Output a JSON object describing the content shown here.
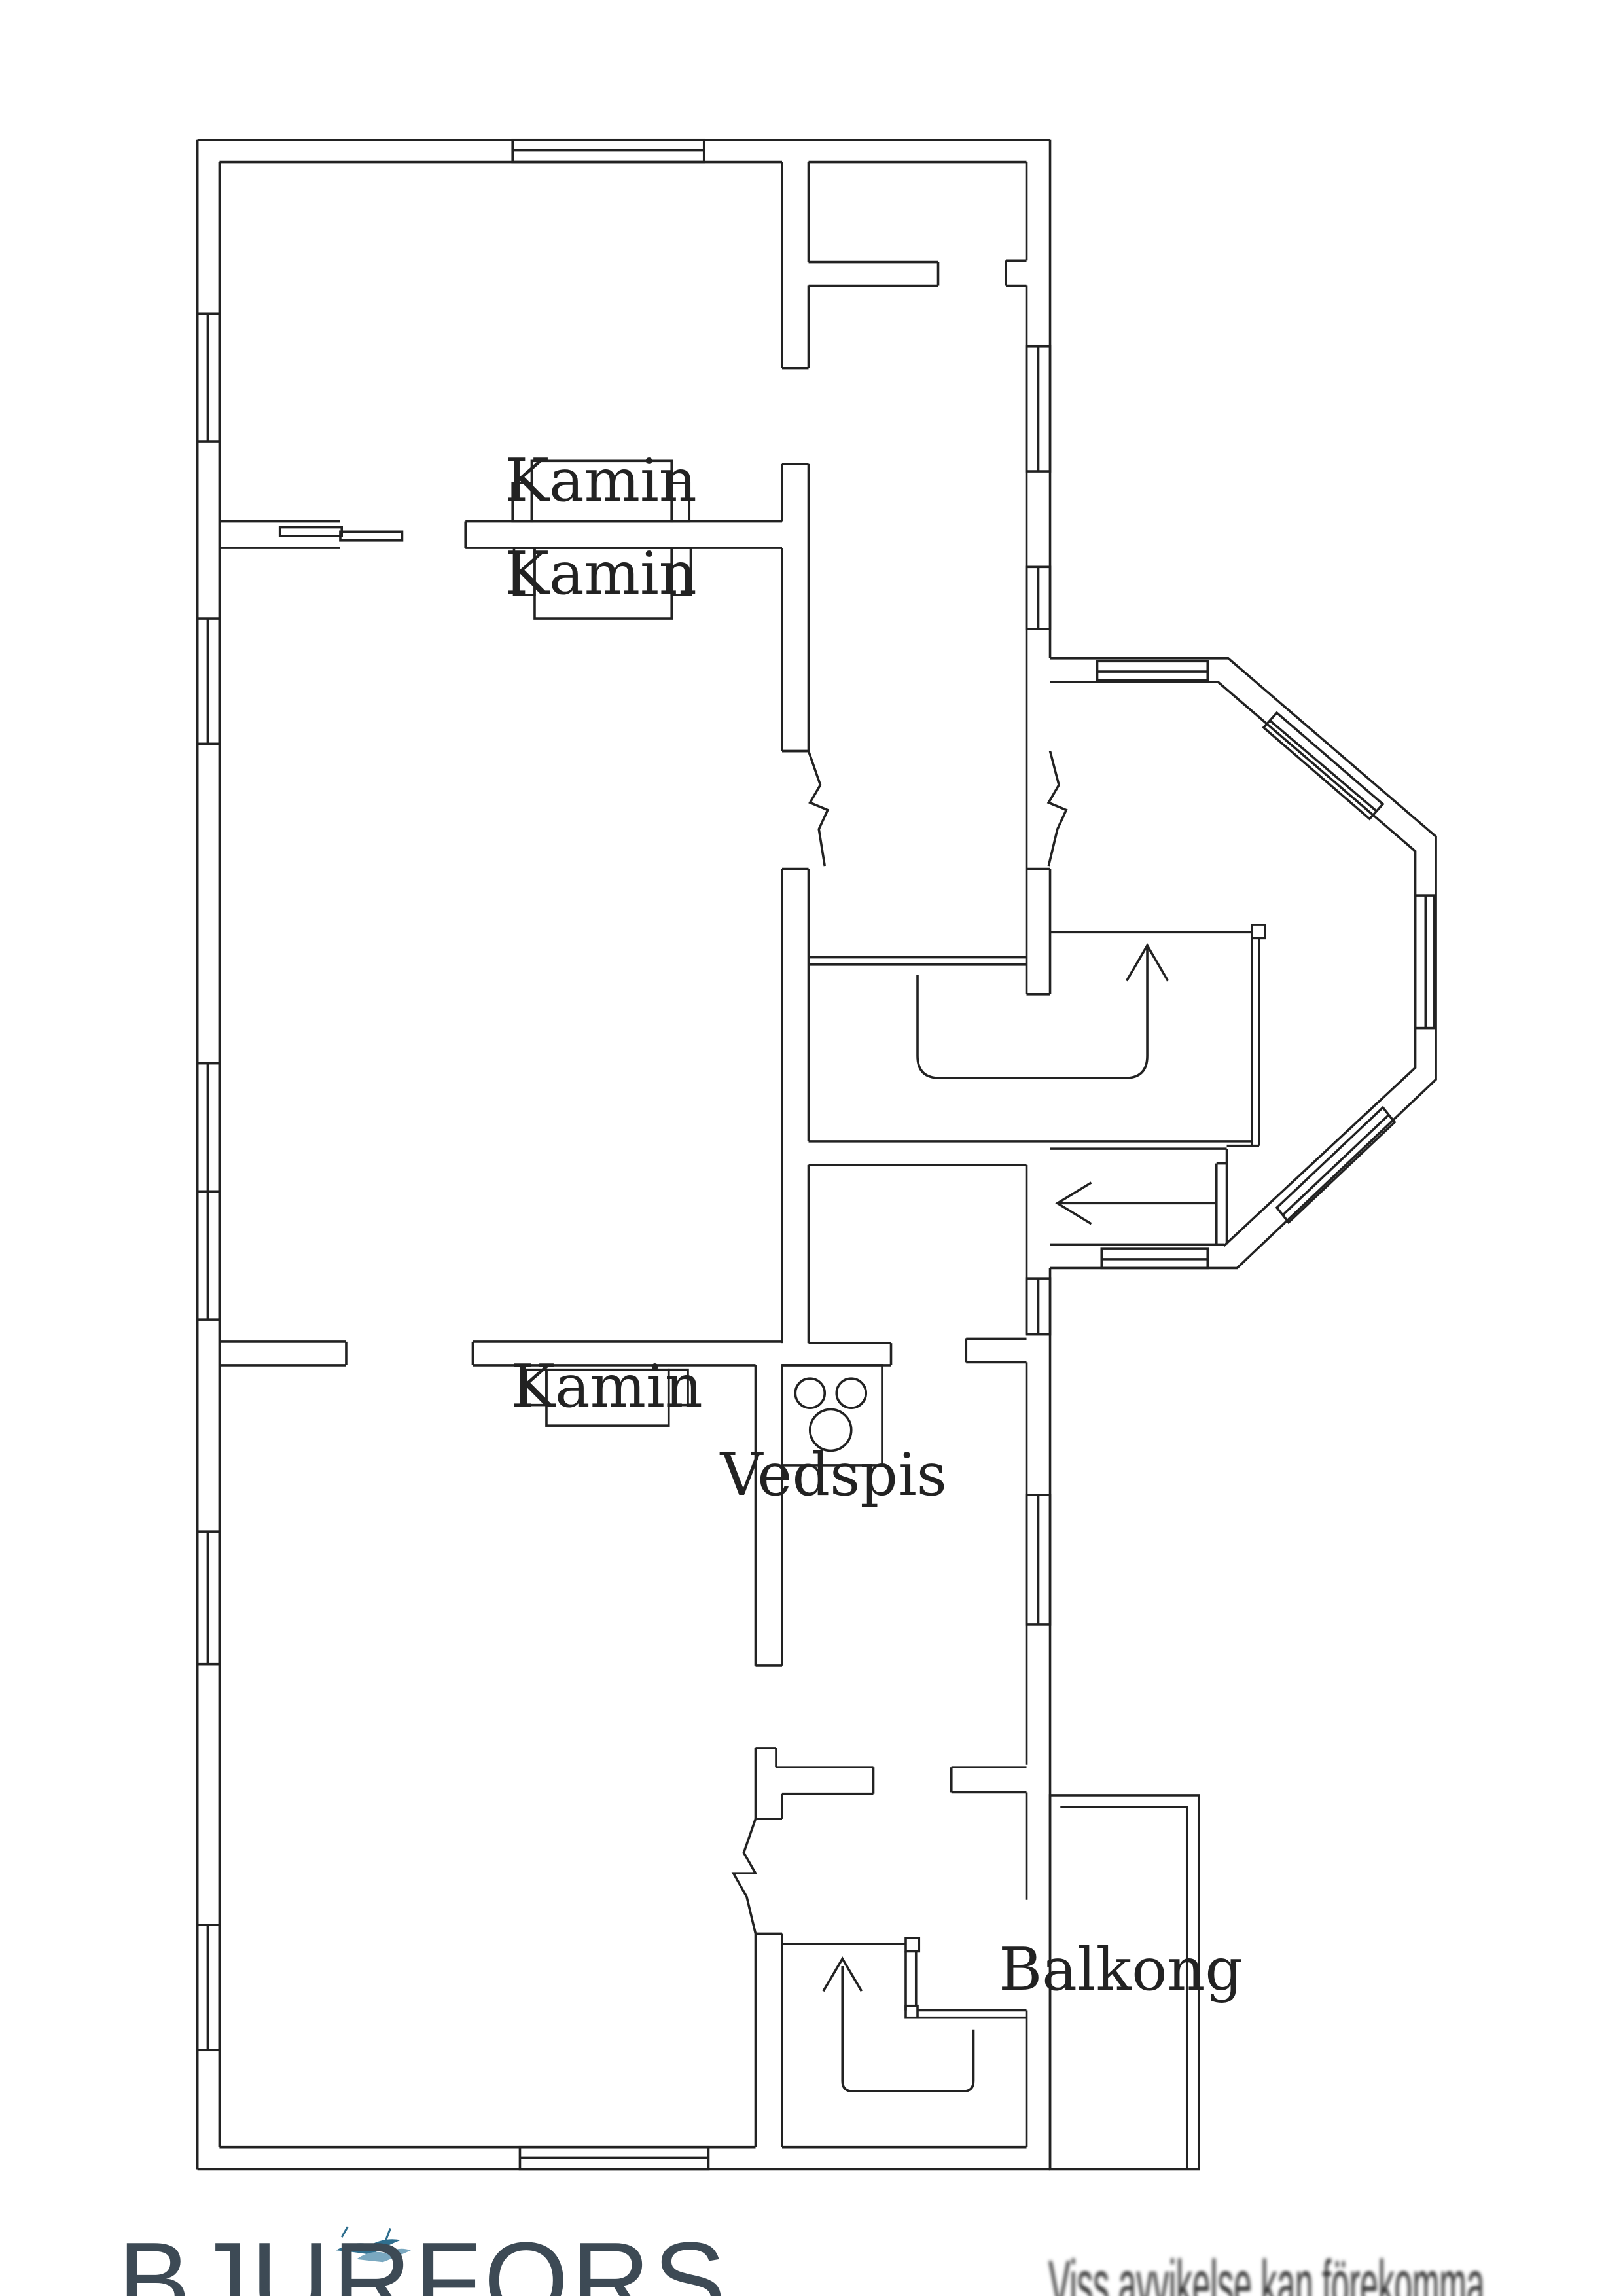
{
  "labels": {
    "kamin_top": "Kamin",
    "kamin_middle": "Kamin",
    "kamin_bottom": "Kamin",
    "vedspis": "Vedspis",
    "balkong": "Balkong"
  },
  "footer": {
    "brand": "BJURFORS",
    "disclaimer": "Viss avvikelse kan förekomma"
  },
  "colors": {
    "wall_stroke": "#222222",
    "brand_text": "#3d4a55",
    "brand_bird_1": "#2f6f8f",
    "brand_bird_2": "#7aa8c0"
  },
  "icons": {
    "logo": "bird-logo-icon",
    "stairs_upper": "stair-arrow-up-icon",
    "stairs_side": "stair-arrow-left-icon",
    "stairs_lower": "stair-arrow-up-icon"
  }
}
